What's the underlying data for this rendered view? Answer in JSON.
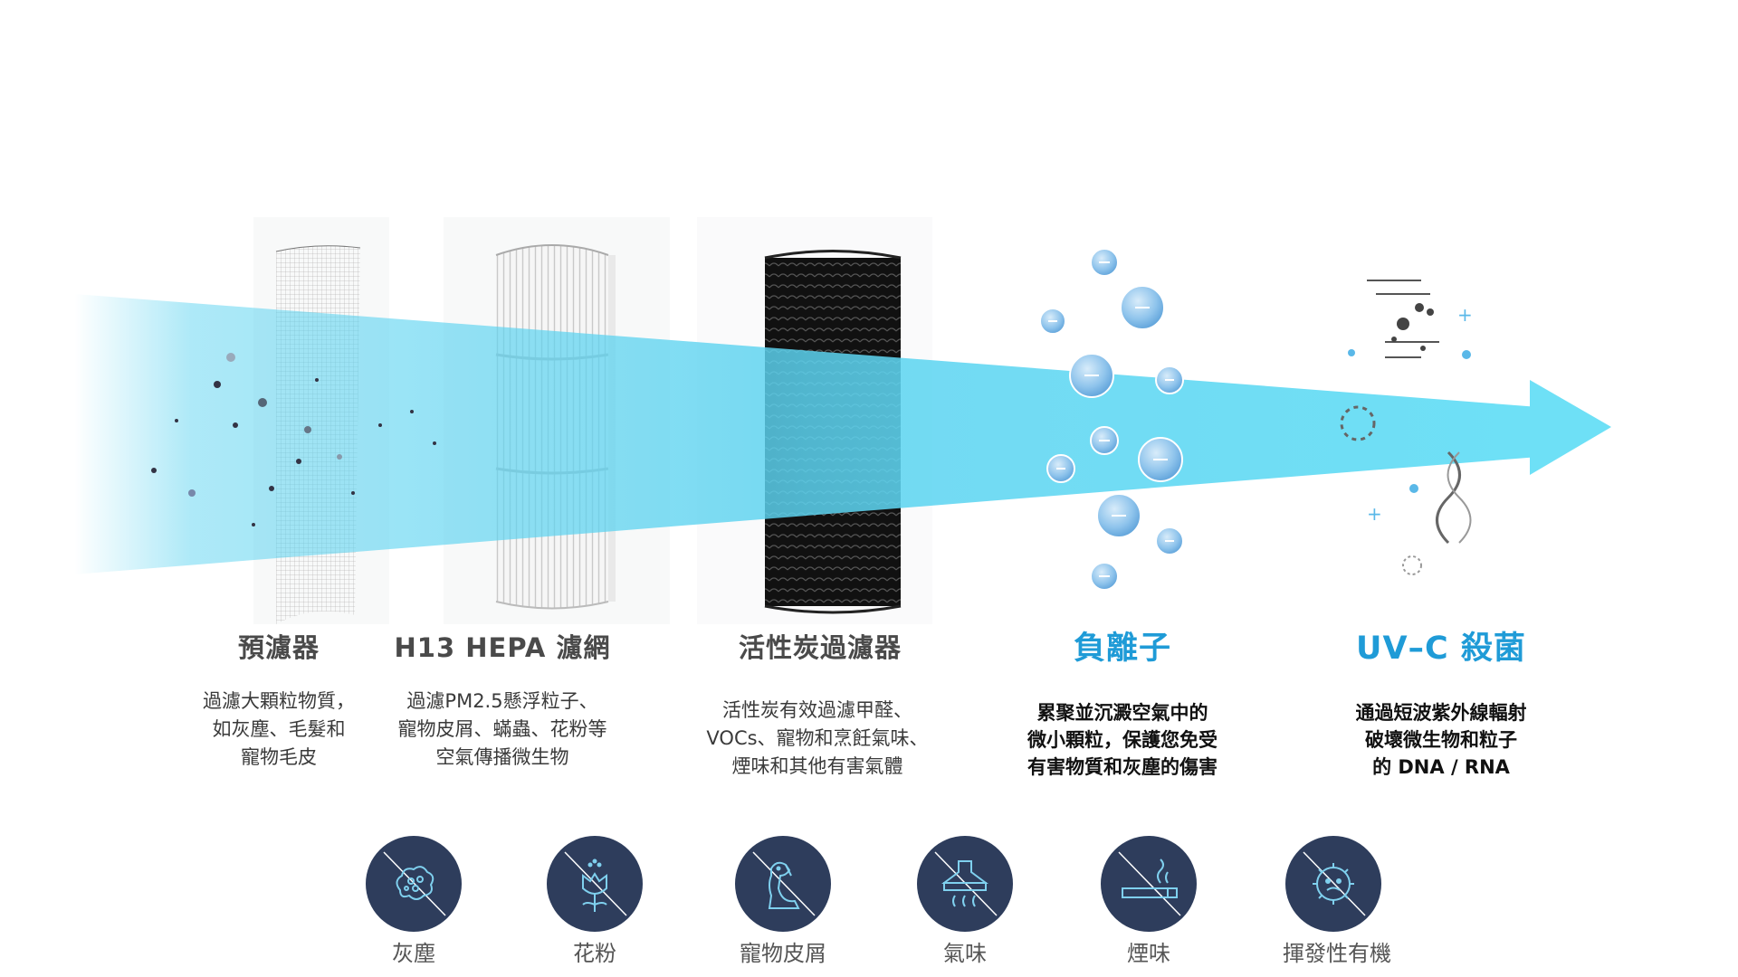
{
  "stages": [
    {
      "title": "預濾器",
      "desc": [
        "過濾大顆粒物質，",
        "如灰塵、毛髮和",
        "寵物毛皮"
      ]
    },
    {
      "title": "H13 HEPA 濾網",
      "desc": [
        "過濾PM2.5懸浮粒子、",
        "寵物皮屑、蟎蟲、花粉等",
        "空氣傳播微生物"
      ]
    },
    {
      "title": "活性炭過濾器",
      "desc": [
        "活性炭有效過濾甲醛、",
        "VOCs、寵物和烹飪氣味、",
        "煙味和其他有害氣體"
      ]
    },
    {
      "title": "負離子",
      "desc": [
        "累聚並沉澱空氣中的",
        "微小顆粒，保護您免受",
        "有害物質和灰塵的傷害"
      ]
    },
    {
      "title": "UV–C 殺菌",
      "desc": [
        "通過短波紫外線輻射",
        "破壞微生物和粒子",
        "的 DNA / RNA"
      ]
    }
  ],
  "badges": [
    {
      "label": "灰塵",
      "icon": "dust-icon"
    },
    {
      "label": "花粉",
      "icon": "pollen-flower-icon"
    },
    {
      "label": "寵物皮屑",
      "icon": "dog-icon"
    },
    {
      "label": "氣味",
      "icon": "range-hood-odor-icon"
    },
    {
      "label": "煙味",
      "icon": "cigarette-smoke-icon"
    },
    {
      "label": "揮發性有機",
      "icon": "virus-icon"
    }
  ],
  "colors": {
    "accent": "#1f9bd7",
    "badge_bg": "#2e3d5c",
    "icon_line": "#7fd0ee",
    "airflow": "#5cd3f0"
  }
}
